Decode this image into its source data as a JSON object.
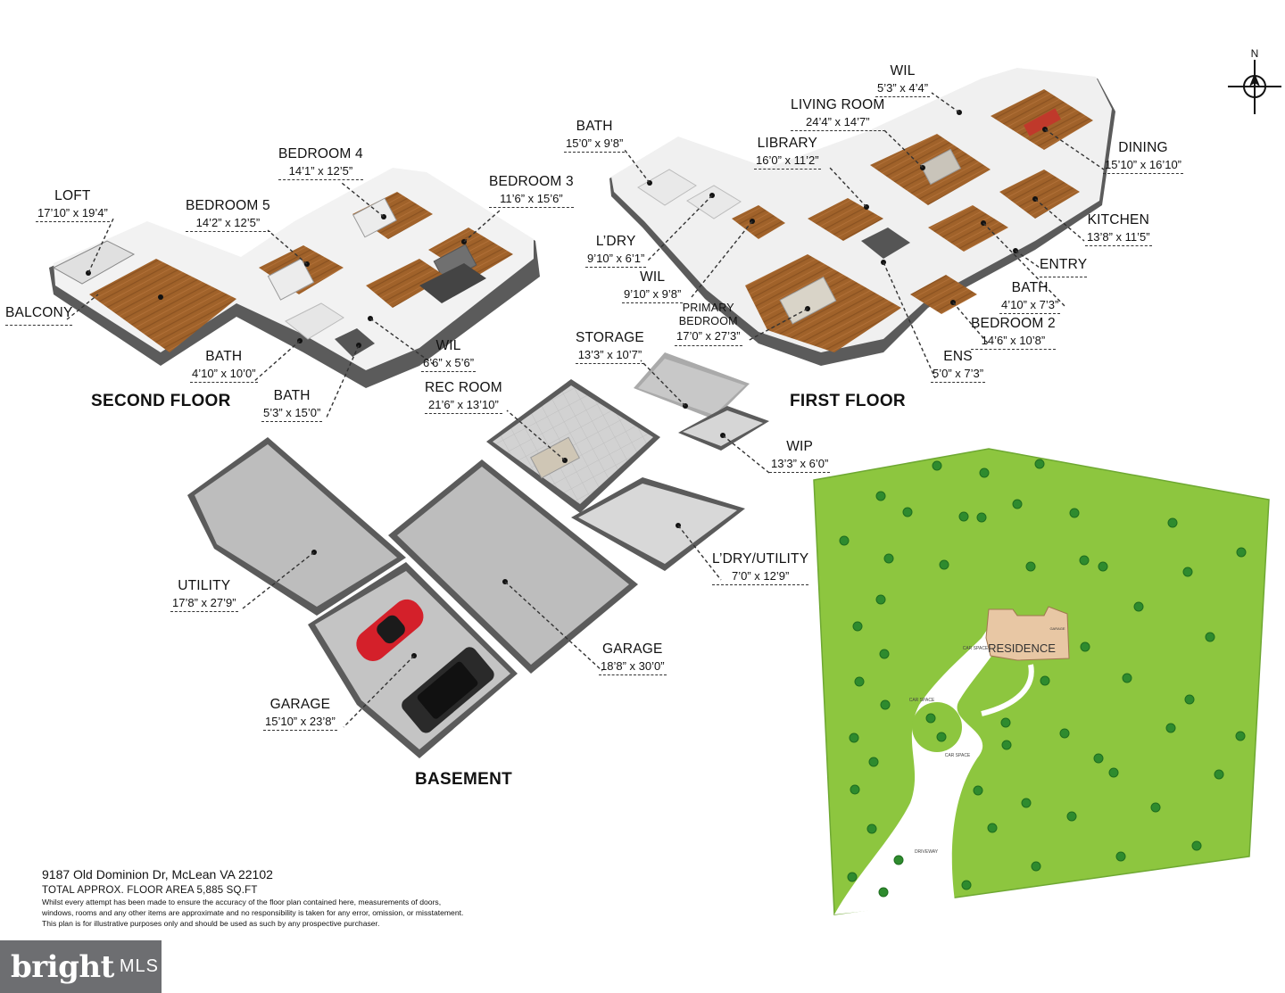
{
  "floors": {
    "second": "SECOND FLOOR",
    "first": "FIRST FLOOR",
    "basement": "BASEMENT"
  },
  "rooms": {
    "loft": {
      "name": "LOFT",
      "dims": "17’10” x 19’4”"
    },
    "balcony": {
      "name": "BALCONY",
      "dims": ""
    },
    "bedroom5": {
      "name": "BEDROOM 5",
      "dims": "14’2” x 12’5”"
    },
    "bedroom4": {
      "name": "BEDROOM 4",
      "dims": "14’1” x 12’5”"
    },
    "bedroom3": {
      "name": "BEDROOM 3",
      "dims": "11’6” x 15’6”"
    },
    "bath2a": {
      "name": "BATH",
      "dims": "4’10” x 10’0”"
    },
    "bath2b": {
      "name": "BATH",
      "dims": "5’3” x 15’0”"
    },
    "wil2": {
      "name": "WIL",
      "dims": "6’6” x 5’6”"
    },
    "bath1": {
      "name": "BATH",
      "dims": "15’0” x 9’8”"
    },
    "ldry1": {
      "name": "L’DRY",
      "dims": "9’10” x 6’1”"
    },
    "wil1": {
      "name": "WIL",
      "dims": "9’10” x 9’8”"
    },
    "primary": {
      "name": "PRIMARY BEDROOM",
      "name1": "PRIMARY",
      "name2": "BEDROOM",
      "dims": "17’0” x 27’3”"
    },
    "library": {
      "name": "LIBRARY",
      "dims": "16’0” x 11’2”"
    },
    "living": {
      "name": "LIVING ROOM",
      "dims": "24’4” x 14’7”"
    },
    "wil1b": {
      "name": "WIL",
      "dims": "5’3” x 4’4”"
    },
    "dining": {
      "name": "DINING",
      "dims": "15’10” x 16’10”"
    },
    "kitchen": {
      "name": "KITCHEN",
      "dims": "13’8” x 11’5”"
    },
    "entry": {
      "name": "ENTRY",
      "dims": ""
    },
    "bath1b": {
      "name": "BATH",
      "dims": "4’10” x 7’3”"
    },
    "bedroom2": {
      "name": "BEDROOM 2",
      "dims": "14’6” x 10’8”"
    },
    "ens": {
      "name": "ENS",
      "dims": "5’0” x 7’3”"
    },
    "storage": {
      "name": "STORAGE",
      "dims": "13’3” x 10’7”"
    },
    "rec": {
      "name": "REC ROOM",
      "dims": "21’6” x 13’10”"
    },
    "wip": {
      "name": "WIP",
      "dims": "13’3” x 6’0”"
    },
    "ldryutil": {
      "name": "L’DRY/UTILITY",
      "dims": "7’0” x 12’9”"
    },
    "utility": {
      "name": "UTILITY",
      "dims": "17’8” x 27’9”"
    },
    "garage1": {
      "name": "GARAGE",
      "dims": "18’8” x 30’0”"
    },
    "garage2": {
      "name": "GARAGE",
      "dims": "15’10” x 23’8”"
    }
  },
  "site": {
    "residence": "RESIDENCE",
    "car_space_1": "CAR SPACE",
    "car_space_2": "CAR SPACE",
    "car_space_3": "CAR SPACE",
    "driveway": "DRIVEWAY",
    "garage_tag": "GARAGE",
    "colors": {
      "lawn": "#8dc63f",
      "lawn_edge": "#6ea832",
      "tree": "#2e8b2e",
      "house": "#e8c7a4",
      "drive": "#ffffff"
    }
  },
  "compass": {
    "north": "N"
  },
  "footer": {
    "address": "9187 Old Dominion Dr, McLean VA 22102",
    "area": "TOTAL APPROX. FLOOR AREA 5,885 SQ.FT",
    "disclaimer_1": "Whilst every attempt has been made to ensure the accuracy of the floor plan contained here, measurements of doors,",
    "disclaimer_2": "windows, rooms and any other items are approximate and no responsibility is taken for any error, omission, or misstatement.",
    "disclaimer_3": "This plan is for illustrative purposes only and should be used as such by any prospective purchaser."
  },
  "badge": {
    "brand": "bright",
    "suffix": "MLS"
  }
}
